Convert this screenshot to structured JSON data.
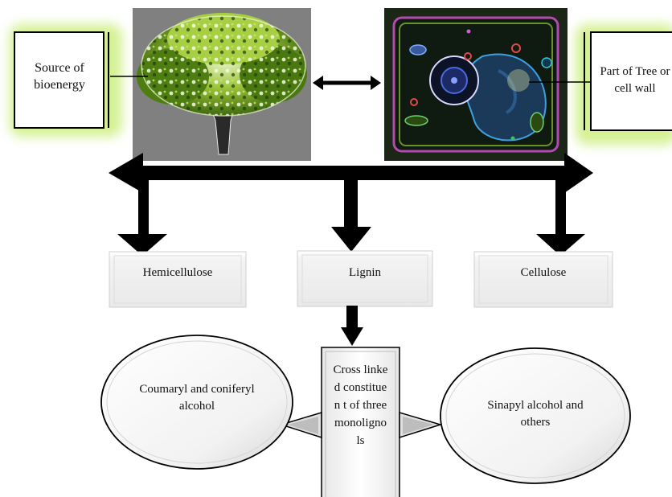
{
  "colors": {
    "arrow": "#000000",
    "glow": "#c6ec6e",
    "box_bg": "#f4f4f4",
    "ellipse_bg": "#f7f7f7"
  },
  "images": {
    "tree": "tree-photo",
    "cell": "plant-cell-illustration"
  },
  "labels": {
    "source_box": "Source of bioenergy",
    "part_box": "Part of Tree or cell wall"
  },
  "components": {
    "hemicellulose": "Hemicellulose",
    "lignin": "Lignin",
    "cellulose": "Cellulose"
  },
  "lignin_detail": {
    "center_text": "Cross linked constituen t of three monoligno ls",
    "left_ellipse": "Coumaryl and coniferyl alcohol",
    "right_ellipse": "Sinapyl alcohol and others"
  }
}
